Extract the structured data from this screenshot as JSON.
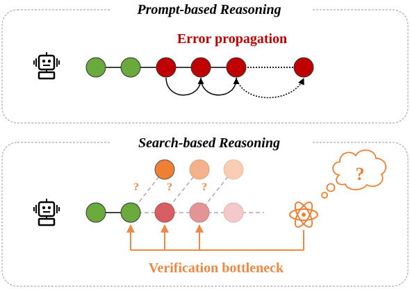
{
  "top_panel": {
    "title": "Prompt-based Reasoning",
    "annotation": "Error propagation"
  },
  "bottom_panel": {
    "title": "Search-based Reasoning",
    "annotation": "Verification bottleneck",
    "question_mark": "?",
    "thought_mark": "?"
  },
  "icons": {
    "agent": "robot-icon",
    "verifier": "atom-icon",
    "thought": "thought-bubble-icon"
  },
  "colors": {
    "correct_step": "#6aaa3c",
    "error_step": "#c00000",
    "error_text": "#c00000",
    "verification": "#ee8844",
    "panel_border": "#aaaaaa"
  }
}
